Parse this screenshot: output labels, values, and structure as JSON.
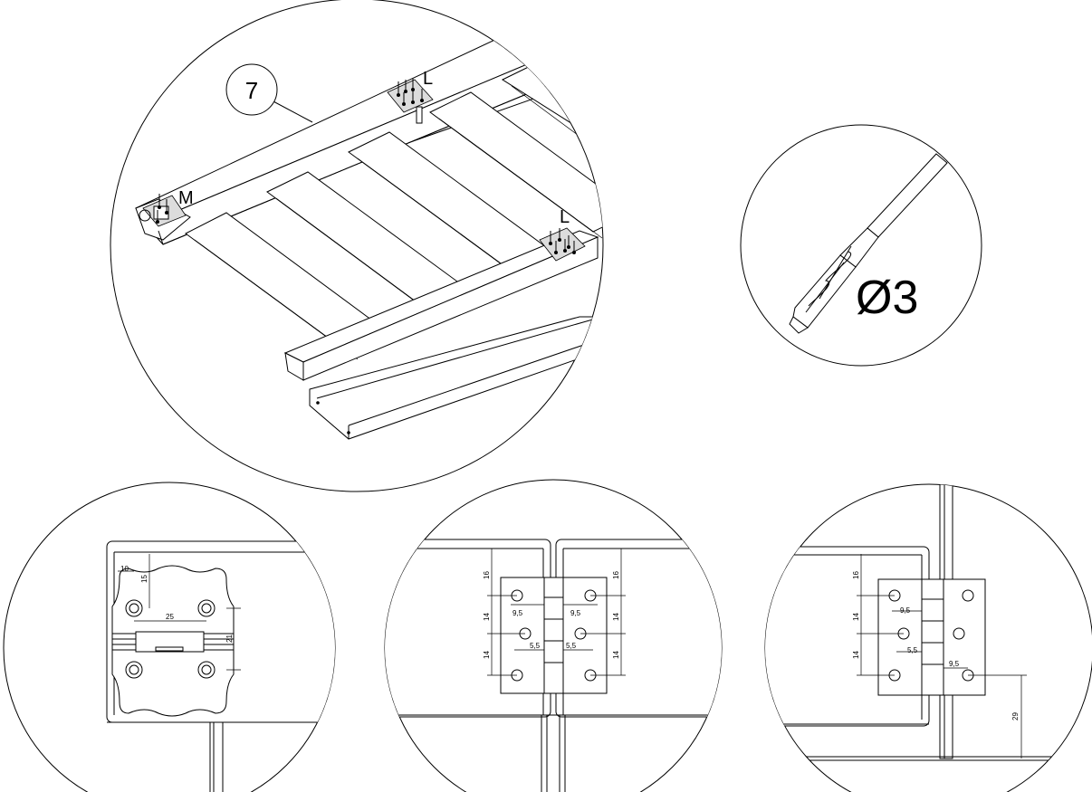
{
  "labels": {
    "step_number": "7",
    "fastener_l_top": "L",
    "fastener_l_right": "L",
    "fastener_m": "M",
    "drill_diameter": "Ø3"
  },
  "left_detail": {
    "dims": {
      "d10": "10",
      "d15": "15",
      "d25": "25",
      "d21": "21"
    }
  },
  "middle_detail": {
    "dims": {
      "l16": "16",
      "l14a": "14",
      "l14b": "14",
      "r16": "16",
      "r14a": "14",
      "r14b": "14",
      "l95": "9,5",
      "r95": "9,5",
      "l55": "5,5",
      "r55": "5,5"
    }
  },
  "right_detail": {
    "dims": {
      "d16": "16",
      "d14a": "14",
      "d14b": "14",
      "d95a": "9,5",
      "d55": "5,5",
      "d95b": "9,5",
      "d29": "29"
    }
  },
  "colors": {
    "line": "#000000",
    "background": "#ffffff"
  }
}
